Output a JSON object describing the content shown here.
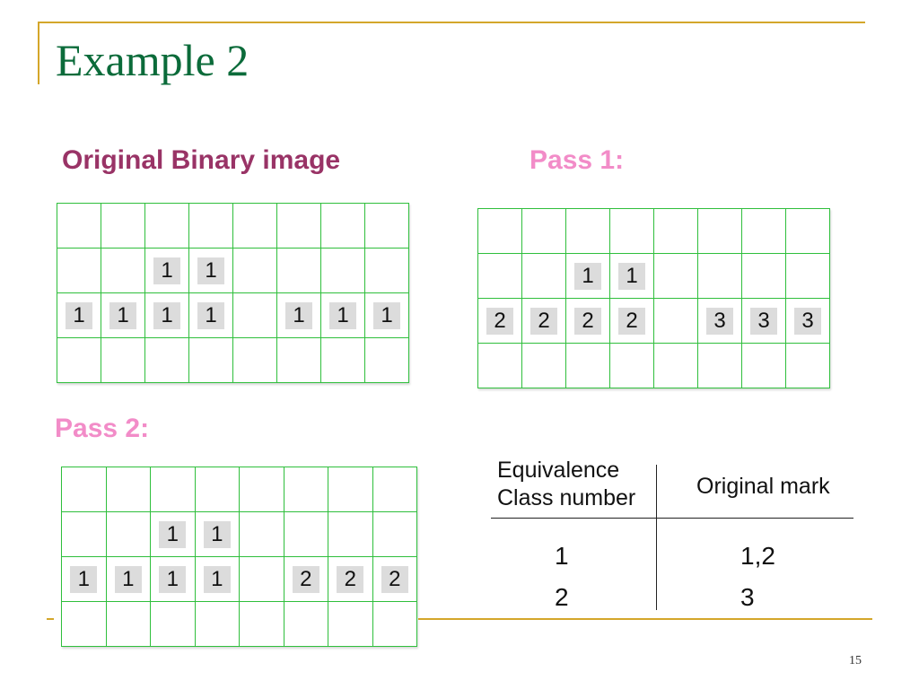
{
  "slide": {
    "title": "Example 2",
    "page_number": "15"
  },
  "labels": {
    "original": "Original Binary image",
    "pass1": "Pass 1:",
    "pass2": "Pass 2:"
  },
  "grids": {
    "original": [
      [
        "",
        "",
        "",
        "",
        "",
        "",
        "",
        ""
      ],
      [
        "",
        "",
        "1",
        "1",
        "",
        "",
        "",
        ""
      ],
      [
        "1",
        "1",
        "1",
        "1",
        "",
        "1",
        "1",
        "1"
      ],
      [
        "",
        "",
        "",
        "",
        "",
        "",
        "",
        ""
      ]
    ],
    "pass1": [
      [
        "",
        "",
        "",
        "",
        "",
        "",
        "",
        ""
      ],
      [
        "",
        "",
        "1",
        "1",
        "",
        "",
        "",
        ""
      ],
      [
        "2",
        "2",
        "2",
        "2",
        "",
        "3",
        "3",
        "3"
      ],
      [
        "",
        "",
        "",
        "",
        "",
        "",
        "",
        ""
      ]
    ],
    "pass2": [
      [
        "",
        "",
        "",
        "",
        "",
        "",
        "",
        ""
      ],
      [
        "",
        "",
        "1",
        "1",
        "",
        "",
        "",
        ""
      ],
      [
        "1",
        "1",
        "1",
        "1",
        "",
        "2",
        "2",
        "2"
      ],
      [
        "",
        "",
        "",
        "",
        "",
        "",
        "",
        ""
      ]
    ]
  },
  "equivalence_table": {
    "headers": [
      "Equivalence Class number",
      "Original mark"
    ],
    "header_line1": "Equivalence",
    "header_line2": "Class number",
    "rows": [
      [
        "1",
        "1,2"
      ],
      [
        "2",
        "3"
      ]
    ]
  },
  "colors": {
    "title": "#0b6b3a",
    "label_original": "#993366",
    "label_pass": "#f28cc8",
    "grid_line": "#2fbf3c",
    "mark_bg": "#dcdcdc",
    "frame": "#d4a62a"
  }
}
